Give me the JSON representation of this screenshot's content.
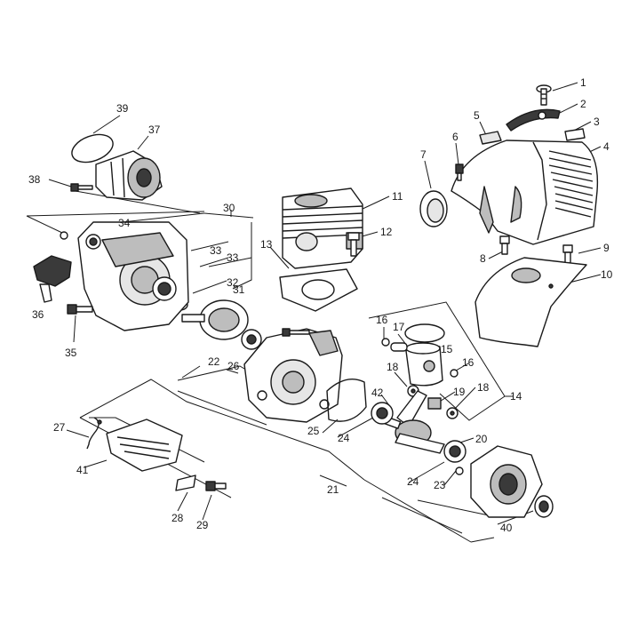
{
  "diagram": {
    "callouts": [
      "1",
      "2",
      "3",
      "4",
      "5",
      "6",
      "7",
      "8",
      "9",
      "10",
      "11",
      "12",
      "13",
      "14",
      "15",
      "16",
      "16",
      "17",
      "18",
      "18",
      "19",
      "20",
      "21",
      "22",
      "23",
      "24",
      "24",
      "25",
      "26",
      "27",
      "28",
      "29",
      "30",
      "31",
      "32",
      "33",
      "33",
      "34",
      "35",
      "36",
      "37",
      "38",
      "39",
      "40",
      "41",
      "42"
    ]
  }
}
